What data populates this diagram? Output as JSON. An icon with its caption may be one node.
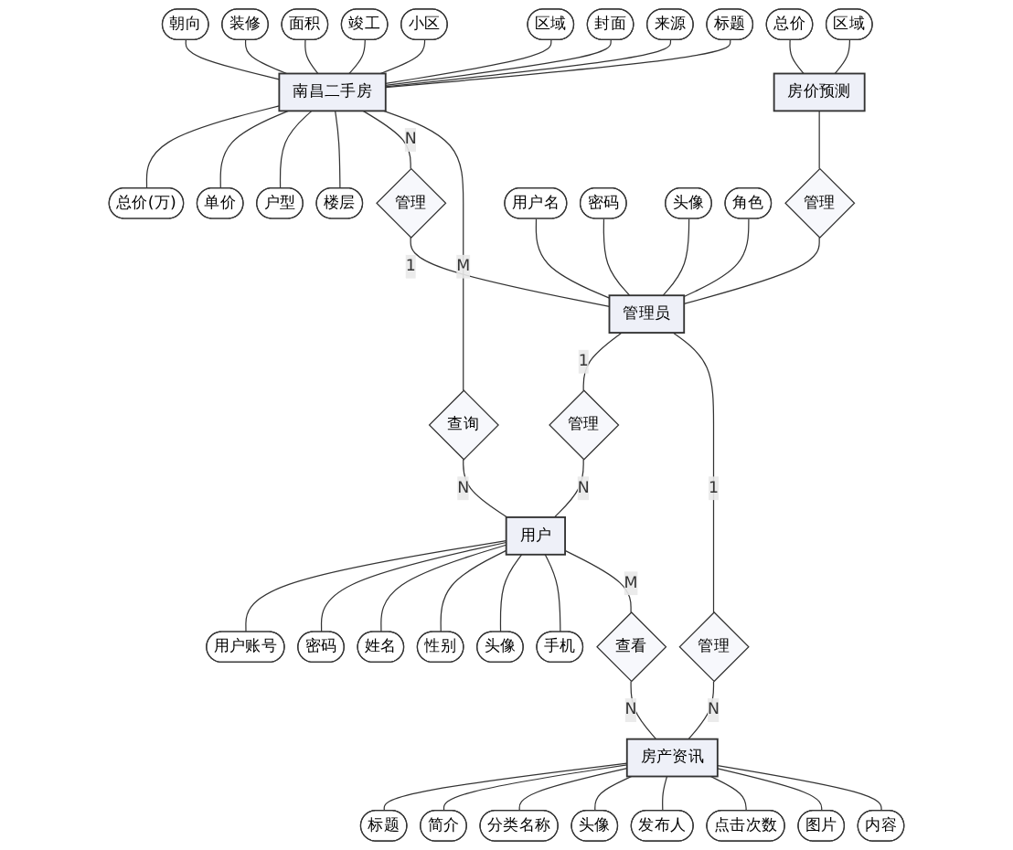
{
  "diagram": {
    "nodes": [
      {
        "text": [
          "朝向"
        ]
      },
      {
        "text": [
          "装修"
        ]
      },
      {
        "text": [
          "面积"
        ]
      },
      {
        "text": [
          "竣工"
        ]
      },
      {
        "text": [
          "小区"
        ]
      },
      {
        "text": [
          "区域"
        ]
      },
      {
        "text": [
          "封面"
        ]
      },
      {
        "text": [
          "来源"
        ]
      },
      {
        "text": [
          "标题"
        ]
      },
      {
        "text": [
          "总价"
        ]
      },
      {
        "text": [
          "区域"
        ]
      },
      {
        "text": [
          "房价预测"
        ]
      },
      {
        "text": [
          "南昌二手房"
        ]
      },
      {
        "text": [
          "总价(万)"
        ]
      },
      {
        "text": [
          "单价"
        ]
      },
      {
        "text": [
          "户型"
        ]
      },
      {
        "text": [
          "楼层"
        ]
      },
      {
        "text": [
          "管理"
        ]
      },
      {
        "text": [
          "管理"
        ]
      },
      {
        "text": [
          "查询"
        ]
      },
      {
        "text": [
          "用户名"
        ]
      },
      {
        "text": [
          "密码"
        ]
      },
      {
        "text": [
          "头像"
        ]
      },
      {
        "text": [
          "角色"
        ]
      },
      {
        "text": [
          "管理员"
        ]
      },
      {
        "text": [
          "管理"
        ]
      },
      {
        "text": [
          "用户"
        ]
      },
      {
        "text": [
          "用户账号"
        ]
      },
      {
        "text": [
          "密码"
        ]
      },
      {
        "text": [
          "姓名"
        ]
      },
      {
        "text": [
          "性别"
        ]
      },
      {
        "text": [
          "头像"
        ]
      },
      {
        "text": [
          "手机"
        ]
      },
      {
        "text": [
          "管理"
        ]
      },
      {
        "text": [
          "查看"
        ]
      },
      {
        "text": [
          "房产资讯"
        ]
      },
      {
        "text": [
          "标题"
        ]
      },
      {
        "text": [
          "简介"
        ]
      },
      {
        "text": [
          "分类名称"
        ]
      },
      {
        "text": [
          "头像"
        ]
      },
      {
        "text": [
          "发布人"
        ]
      },
      {
        "text": [
          "点击次数"
        ]
      },
      {
        "text": [
          "图片"
        ]
      },
      {
        "text": [
          "内容"
        ]
      }
    ],
    "edges": [
      {
        "from": 0,
        "to": 12,
        "arrow": "none"
      },
      {
        "from": 1,
        "to": 12,
        "arrow": "none"
      },
      {
        "from": 2,
        "to": 12,
        "arrow": "none"
      },
      {
        "from": 3,
        "to": 12,
        "arrow": "none"
      },
      {
        "from": 4,
        "to": 12,
        "arrow": "none"
      },
      {
        "from": 5,
        "to": 12,
        "arrow": "none"
      },
      {
        "from": 6,
        "to": 12,
        "arrow": "none"
      },
      {
        "from": 7,
        "to": 12,
        "arrow": "none"
      },
      {
        "from": 8,
        "to": 12,
        "arrow": "none"
      },
      {
        "from": 9,
        "to": 11,
        "arrow": "none"
      },
      {
        "from": 10,
        "to": 11,
        "arrow": "none"
      },
      {
        "from": 12,
        "to": 13,
        "arrow": "none"
      },
      {
        "from": 12,
        "to": 14,
        "arrow": "none"
      },
      {
        "from": 12,
        "to": 15,
        "arrow": "none"
      },
      {
        "from": 12,
        "to": 16,
        "arrow": "none"
      },
      {
        "from": 11,
        "to": 17,
        "arrow": "none"
      },
      {
        "from": 17,
        "to": 24,
        "arrow": "none"
      },
      {
        "from": 12,
        "to": 18,
        "arrow": "none",
        "label": "N"
      },
      {
        "from": 18,
        "to": 24,
        "arrow": "none",
        "label": "1"
      },
      {
        "from": 12,
        "to": 19,
        "arrow": "none",
        "label": "M"
      },
      {
        "from": 19,
        "to": 26,
        "arrow": "none",
        "label": "N"
      },
      {
        "from": 20,
        "to": 24,
        "arrow": "none"
      },
      {
        "from": 21,
        "to": 24,
        "arrow": "none"
      },
      {
        "from": 22,
        "to": 24,
        "arrow": "none"
      },
      {
        "from": 23,
        "to": 24,
        "arrow": "none"
      },
      {
        "from": 24,
        "to": 25,
        "arrow": "none",
        "label": "1"
      },
      {
        "from": 25,
        "to": 26,
        "arrow": "none",
        "label": "N"
      },
      {
        "from": 26,
        "to": 27,
        "arrow": "none"
      },
      {
        "from": 26,
        "to": 28,
        "arrow": "none"
      },
      {
        "from": 26,
        "to": 29,
        "arrow": "none"
      },
      {
        "from": 26,
        "to": 30,
        "arrow": "none"
      },
      {
        "from": 26,
        "to": 31,
        "arrow": "none"
      },
      {
        "from": 26,
        "to": 32,
        "arrow": "none"
      },
      {
        "from": 24,
        "to": 33,
        "arrow": "none",
        "label": "1"
      },
      {
        "from": 33,
        "to": 35,
        "arrow": "none",
        "label": "N"
      },
      {
        "from": 26,
        "to": 34,
        "arrow": "none",
        "label": "M"
      },
      {
        "from": 34,
        "to": 35,
        "arrow": "none",
        "label": "N"
      },
      {
        "from": 35,
        "to": 36,
        "arrow": "none"
      },
      {
        "from": 35,
        "to": 37,
        "arrow": "none"
      },
      {
        "from": 35,
        "to": 38,
        "arrow": "none"
      },
      {
        "from": 35,
        "to": 39,
        "arrow": "none"
      },
      {
        "from": 35,
        "to": 40,
        "arrow": "none"
      },
      {
        "from": 35,
        "to": 41,
        "arrow": "none"
      },
      {
        "from": 35,
        "to": 42,
        "arrow": "none"
      },
      {
        "from": 35,
        "to": 43,
        "arrow": "none"
      }
    ]
  }
}
